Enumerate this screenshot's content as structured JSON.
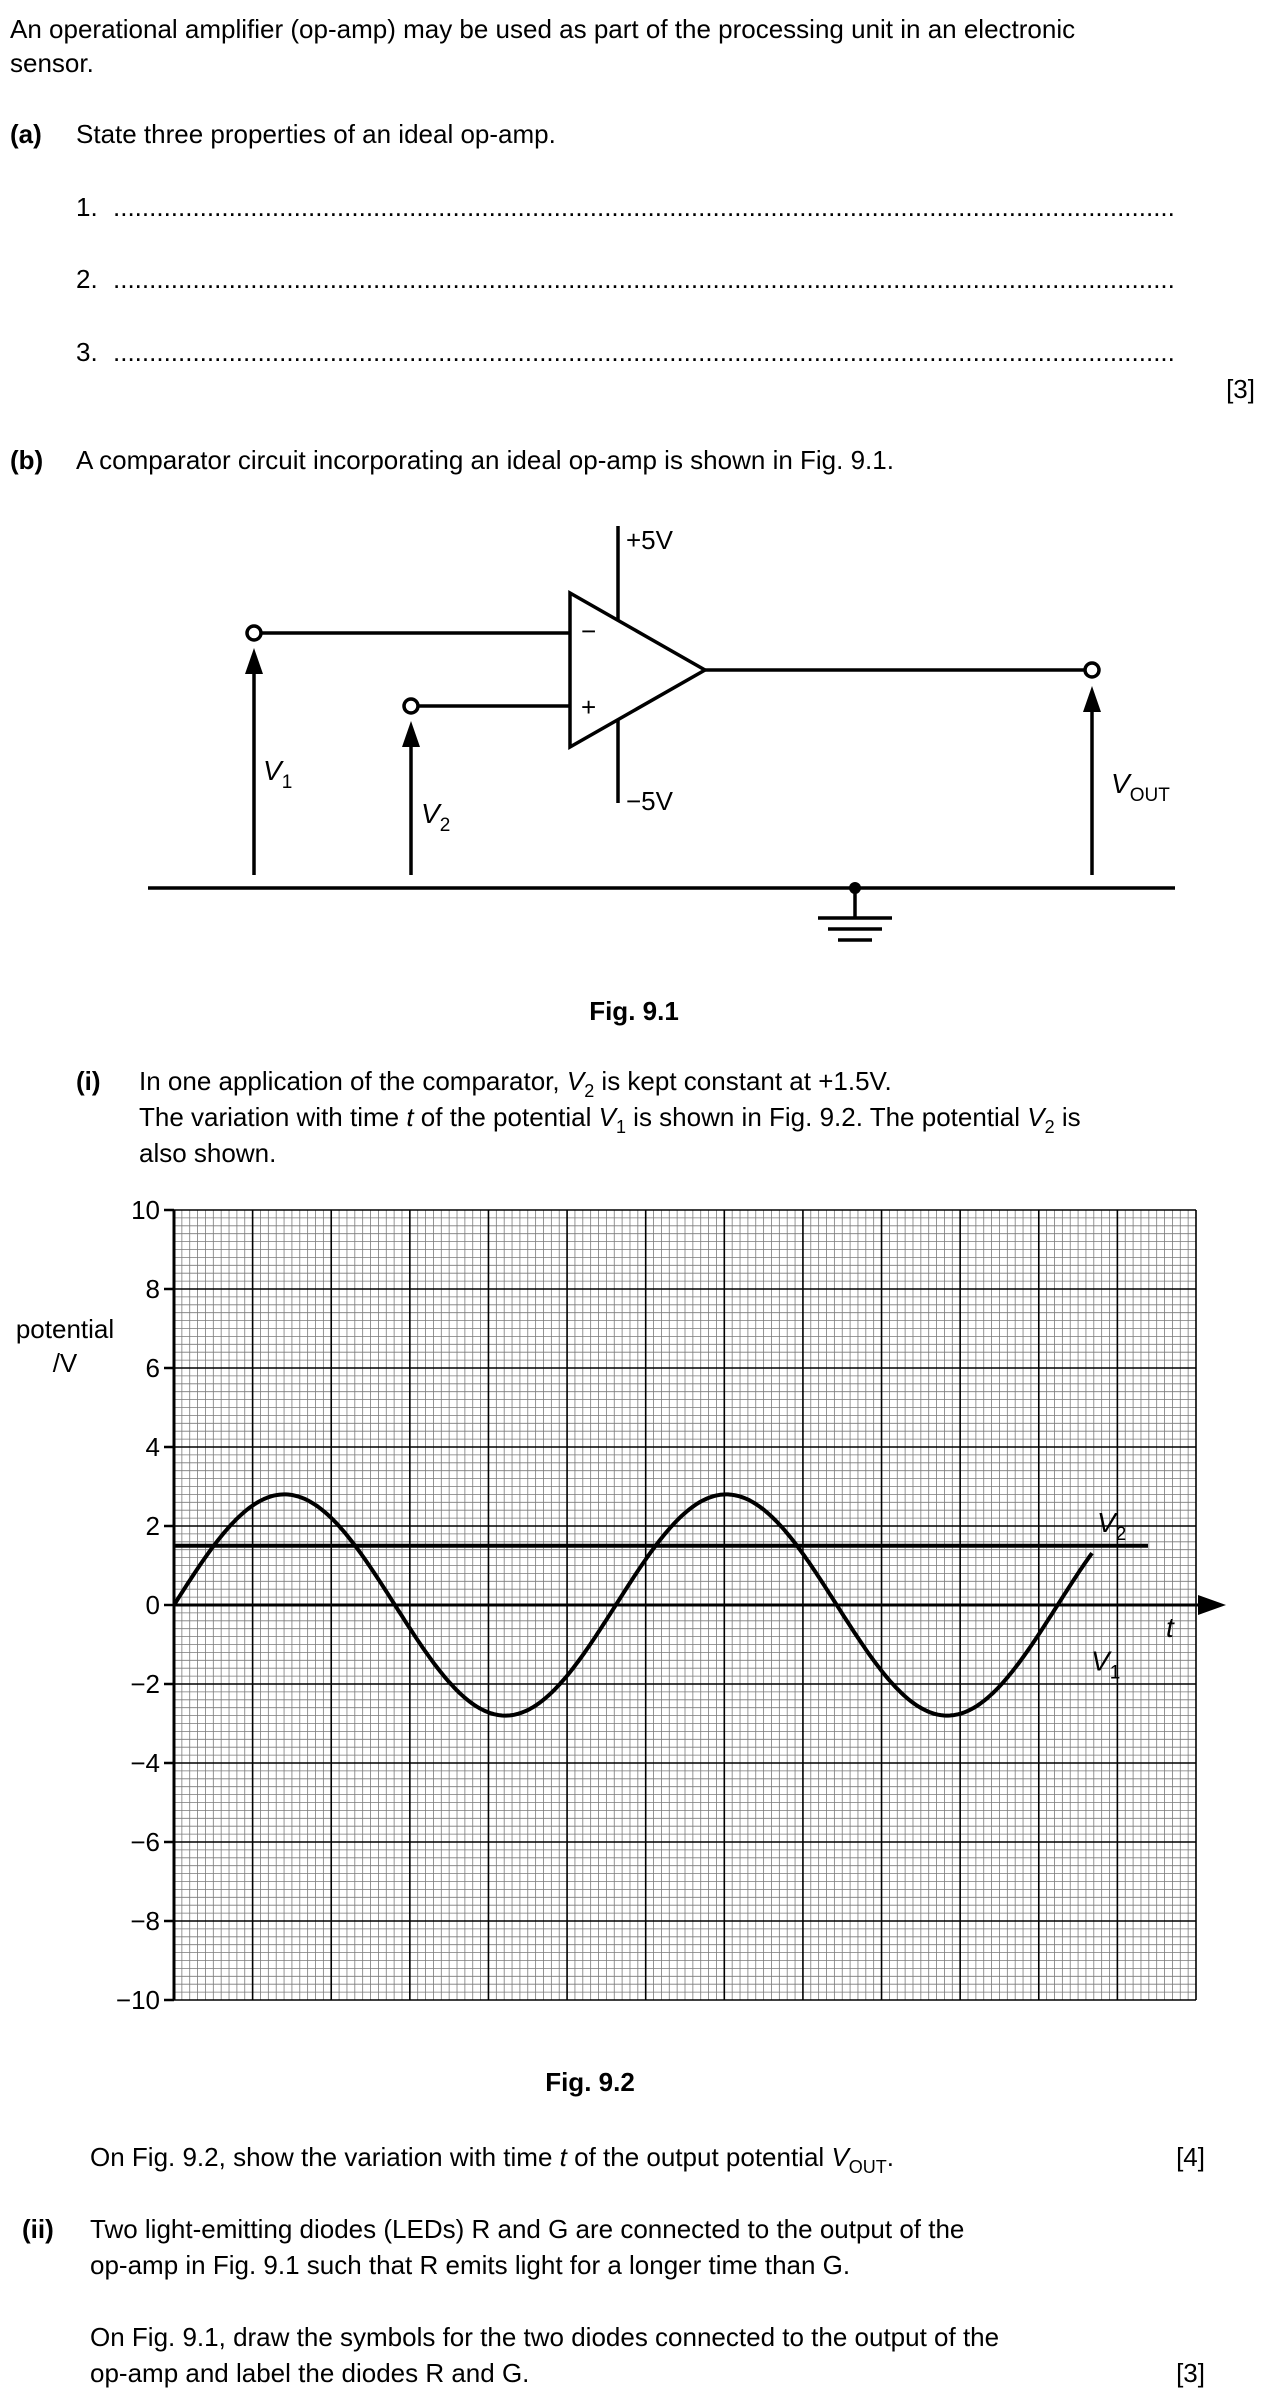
{
  "intro": {
    "line1": "An operational amplifier (op-amp) may be used as part of the processing unit in an electronic",
    "line2": "sensor."
  },
  "part_a": {
    "label": "(a)",
    "question": "State three properties of an ideal op-amp.",
    "answer_lines": [
      {
        "num": "1.",
        "dots": "..................................................................................................................................................."
      },
      {
        "num": "2.",
        "dots": "..................................................................................................................................................."
      },
      {
        "num": "3.",
        "dots": "..................................................................................................................................................."
      }
    ],
    "marks": "[3]"
  },
  "part_b": {
    "label": "(b)",
    "question": "A comparator circuit incorporating an ideal op-amp is shown in Fig. 9.1."
  },
  "fig91": {
    "caption": "Fig. 9.1",
    "supply_pos": "+5V",
    "supply_neg": "−5V",
    "inv_sign": "−",
    "noninv_sign": "+",
    "v1_symbol": "V",
    "v1_sub": "1",
    "v2_symbol": "V",
    "v2_sub": "2",
    "vout_symbol": "V",
    "vout_sub": "OUT"
  },
  "part_bi": {
    "label": "(i)",
    "line1_a": "In one application of the comparator, ",
    "line1_var": "V",
    "line1_sub": "2",
    "line1_b": " is kept constant at +1.5V.",
    "line2_a": "The variation with time ",
    "line2_t": "t",
    "line2_b": " of the potential ",
    "line2_var1": "V",
    "line2_sub1": "1",
    "line2_c": " is shown in Fig. 9.2. The potential ",
    "line2_var2": "V",
    "line2_sub2": "2",
    "line2_d": " is",
    "line3": "also shown.",
    "instruction_a": "On Fig. 9.2, show the variation with time ",
    "instruction_t": "t",
    "instruction_b": " of the output potential ",
    "instruction_var": "V",
    "instruction_sub": "OUT",
    "instruction_c": ".",
    "marks": "[4]"
  },
  "chart_data": {
    "type": "line",
    "caption": "Fig. 9.2",
    "ylabel_line1": "potential",
    "ylabel_line2": "/V",
    "xlabel": "t",
    "ylim": [
      -10,
      10
    ],
    "yticks": [
      10,
      8,
      6,
      4,
      2,
      0,
      -2,
      -4,
      -6,
      -8,
      -10
    ],
    "ytick_labels": [
      "10",
      "8",
      "6",
      "4",
      "2",
      "0",
      "−2",
      "−4",
      "−6",
      "−8",
      "−10"
    ],
    "grid": true,
    "series": [
      {
        "name": "V2",
        "label_symbol": "V",
        "label_sub": "2",
        "kind": "constant",
        "value": 1.5
      },
      {
        "name": "V1",
        "label_symbol": "V",
        "label_sub": "1",
        "kind": "sinusoid",
        "amplitude": 2.8,
        "cycles": 2.08
      }
    ],
    "colors": {
      "grid_minor": "#7a7a7a",
      "grid_major": "#000000",
      "trace": "#000000"
    }
  },
  "part_bii": {
    "label": "(ii)",
    "line1": "Two light-emitting diodes (LEDs) R and G are connected to the output of the",
    "line2": "op-amp in Fig. 9.1 such that R emits light for a longer time than G.",
    "line3": "On Fig. 9.1, draw the symbols for the two diodes connected to the output of the",
    "line4": "op-amp and label the diodes R and G.",
    "marks": "[3]"
  }
}
